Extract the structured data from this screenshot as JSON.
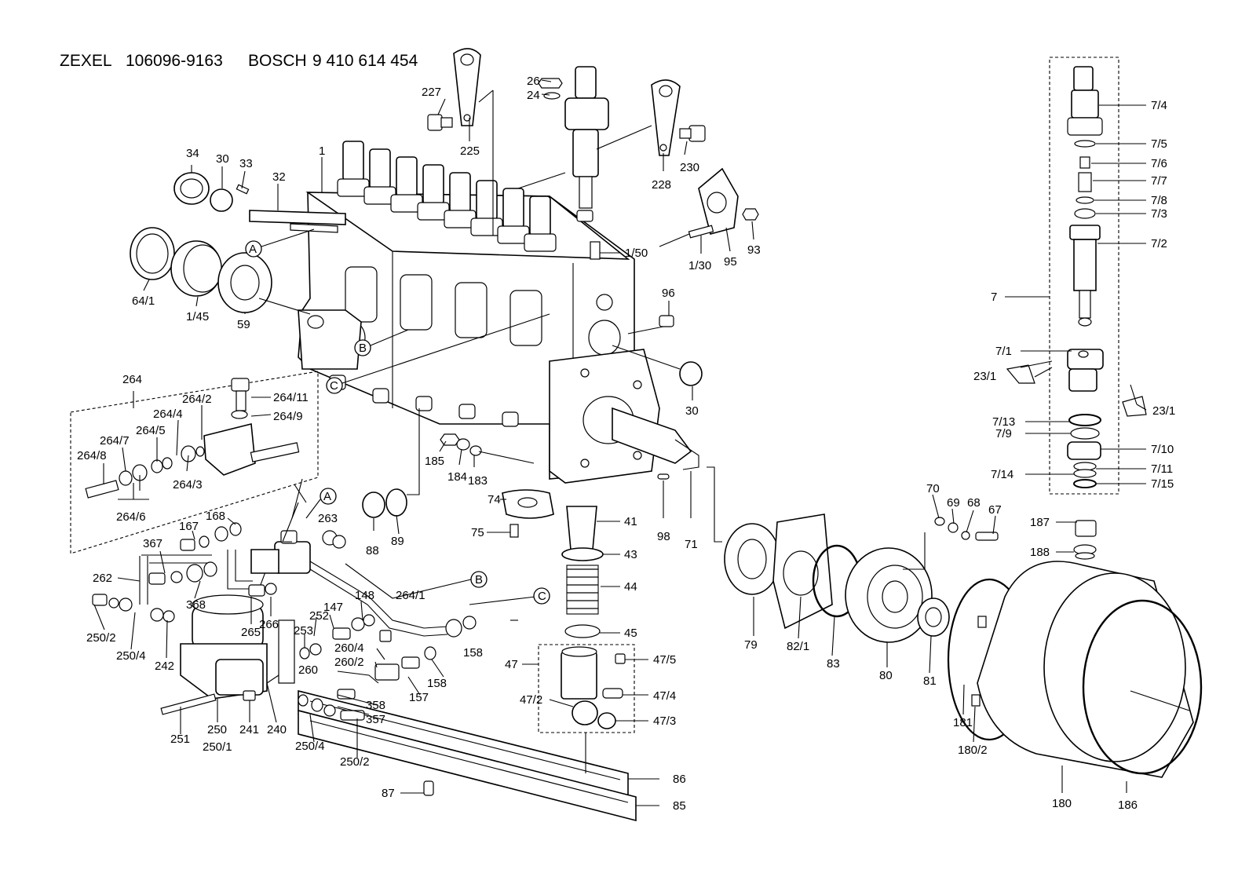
{
  "header": {
    "brand1": "ZEXEL",
    "part1": "106096-9163",
    "brand2": "BOSCH",
    "part2": "9 410 614 454"
  },
  "callouts": {
    "c1": "1",
    "c26": "26",
    "c24": "24",
    "c227": "227",
    "c225": "225",
    "c228": "228",
    "c230": "230",
    "c34": "34",
    "c30a": "30",
    "c33": "33",
    "c32": "32",
    "c150": "1/50",
    "c130": "1/30",
    "c95": "95",
    "c93": "93",
    "c64_1": "64/1",
    "c145": "1/45",
    "c59": "59",
    "c96": "96",
    "c30b": "30",
    "c264": "264",
    "c264_11": "264/11",
    "c264_9": "264/9",
    "c264_2": "264/2",
    "c264_4": "264/4",
    "c264_5": "264/5",
    "c264_7": "264/7",
    "c264_8": "264/8",
    "c264_3": "264/3",
    "c264_6": "264/6",
    "c185": "185",
    "c184": "184",
    "c183": "183",
    "c74": "74",
    "c75": "75",
    "c88": "88",
    "c89": "89",
    "c41": "41",
    "c43": "43",
    "c44": "44",
    "c45": "45",
    "c47": "47",
    "c47_5": "47/5",
    "c47_4": "47/4",
    "c47_2": "47/2",
    "c47_3": "47/3",
    "c98": "98",
    "c71": "71",
    "c86": "86",
    "c85": "85",
    "c87": "87",
    "c263": "263",
    "c167": "167",
    "c168": "168",
    "c367": "367",
    "c262": "262",
    "c368": "368",
    "c250_2a": "250/2",
    "c250_4a": "250/4",
    "c242": "242",
    "c265": "265",
    "c266": "266",
    "c147": "147",
    "c148": "148",
    "c264_1": "264/1",
    "c252": "252",
    "c253": "253",
    "c260_4": "260/4",
    "c260_2": "260/2",
    "c260": "260",
    "c158a": "158",
    "c158b": "158",
    "c157": "157",
    "c358": "358",
    "c357": "357",
    "c250_4b": "250/4",
    "c250_2b": "250/2",
    "c251": "251",
    "c250": "250",
    "c250_1": "250/1",
    "c241": "241",
    "c240": "240",
    "c79": "79",
    "c82_1": "82/1",
    "c83": "83",
    "c80": "80",
    "c81": "81",
    "c70": "70",
    "c69": "69",
    "c68": "68",
    "c67": "67",
    "c187": "187",
    "c188": "188",
    "c181": "181",
    "c180_2": "180/2",
    "c180": "180",
    "c186": "186",
    "c7_4": "7/4",
    "c7_5": "7/5",
    "c7_6": "7/6",
    "c7_7": "7/7",
    "c7_8": "7/8",
    "c7_3": "7/3",
    "c7_2": "7/2",
    "c7": "7",
    "c7_1": "7/1",
    "c23_1a": "23/1",
    "c23_1b": "23/1",
    "c7_13": "7/13",
    "c7_9": "7/9",
    "c7_10": "7/10",
    "c7_14": "7/14",
    "c7_11": "7/11",
    "c7_15": "7/15"
  },
  "refs": {
    "A": "A",
    "B": "B",
    "C": "C"
  }
}
